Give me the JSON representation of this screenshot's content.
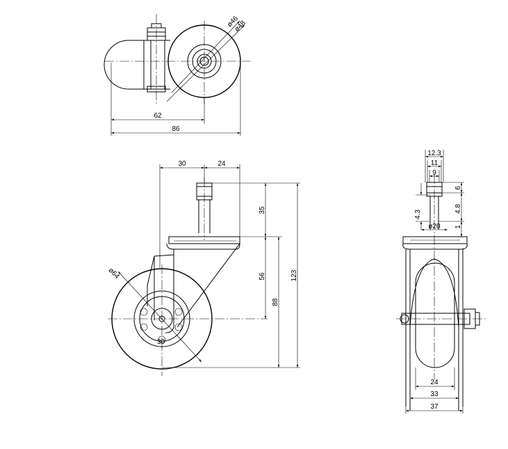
{
  "drawing": {
    "top_view": {
      "labels": {
        "d_outer": "ø46",
        "d_plate": "ø48",
        "w_62": "62",
        "w_86": "86"
      }
    },
    "side_view": {
      "labels": {
        "w_30": "30",
        "w_24": "24",
        "h_35": "35",
        "h_56": "56",
        "h_88": "88",
        "h_123": "123",
        "d_wheel": "ø64",
        "d_30": "30"
      }
    },
    "front_view": {
      "labels": {
        "w_12_3": "12.3",
        "w_11": "11",
        "w_9": "9",
        "h_6": "6",
        "h_4_3": "4.3",
        "h_4_8": "4.8",
        "h_1": "1",
        "d_20": "ø20",
        "w_24": "24",
        "w_33": "33",
        "w_37": "37"
      }
    }
  }
}
